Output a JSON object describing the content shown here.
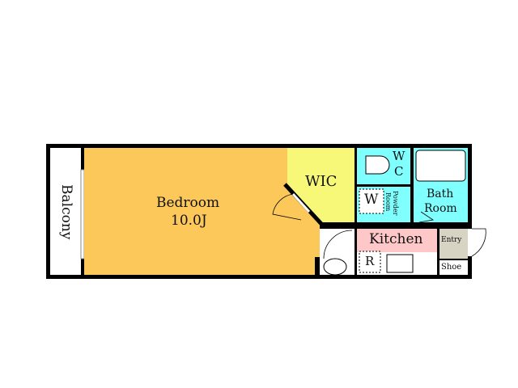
{
  "rooms": {
    "balcony": "Balcony",
    "bedroom": "Bedroom",
    "bedroom_size": "10.0J",
    "wic": "WIC",
    "wc_1": "W",
    "wc_2": "C",
    "washer": "W",
    "powder_1": "Powder",
    "powder_2": "Room",
    "bath_1": "Bath",
    "bath_2": "Room",
    "kitchen": "Kitchen",
    "refrigerator": "R",
    "entry": "Entry",
    "shoe": "Shoe"
  },
  "colors": {
    "bedroom": "#fcc85a",
    "wic": "#f8f878",
    "wet": "#80ffff",
    "kitchen": "#ffc8c8",
    "entry": "#d8d4c4",
    "wall": "#000000"
  }
}
